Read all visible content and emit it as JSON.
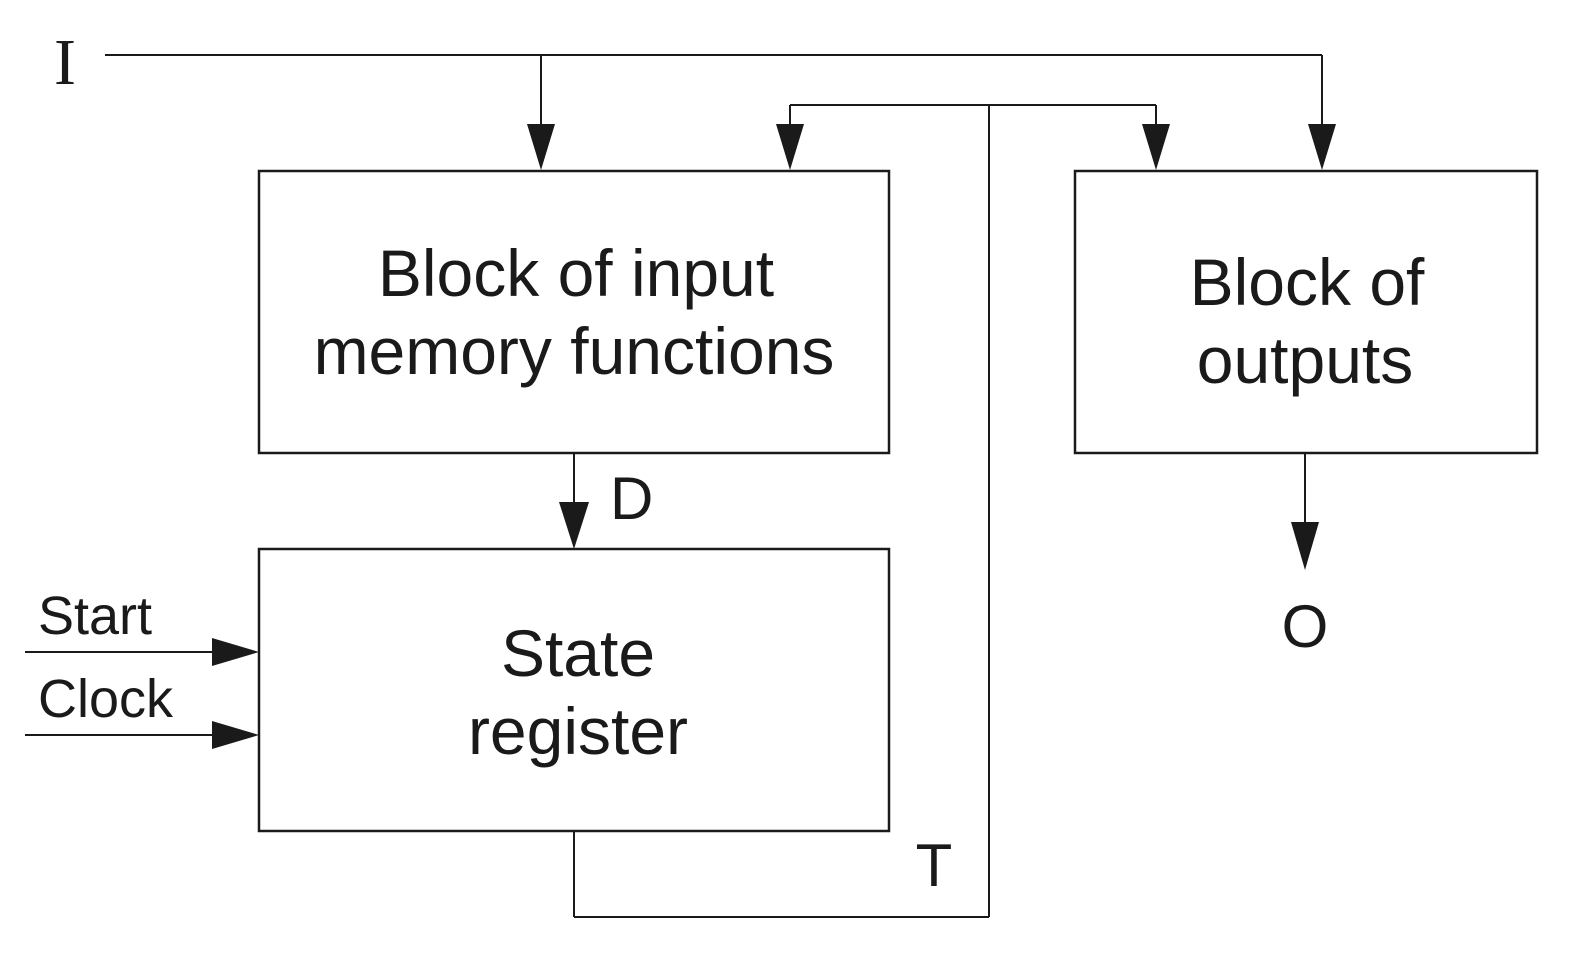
{
  "diagram": {
    "blocks": {
      "input_memory": {
        "line1": "Block of input",
        "line2": "memory functions"
      },
      "outputs": {
        "line1": "Block of",
        "line2": "outputs"
      },
      "state_register": {
        "line1": "State",
        "line2": "register"
      }
    },
    "signals": {
      "input": "I",
      "d": "D",
      "t": "T",
      "output": "O",
      "start": "Start",
      "clock": "Clock"
    },
    "colors": {
      "stroke": "#1a1a1a",
      "background": "#ffffff"
    }
  }
}
